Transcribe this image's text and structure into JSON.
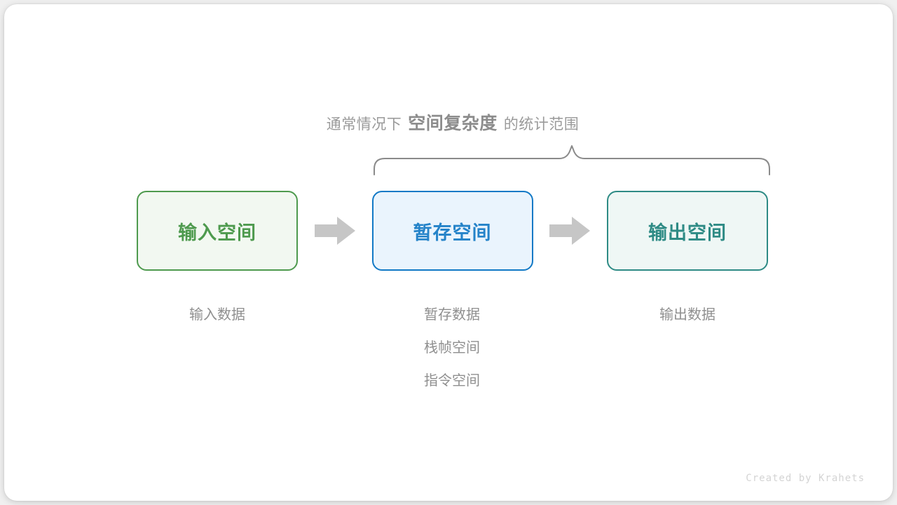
{
  "scope_caption": {
    "prefix": "通常情况下",
    "emphasis": "空间复杂度",
    "suffix": "的统计范围"
  },
  "flow": {
    "nodes": [
      {
        "key": "input",
        "label": "输入空间",
        "border_color": "#4e9a4e",
        "fill_color": "#f2f8f1",
        "text_color": "#4e9a4e"
      },
      {
        "key": "temp",
        "label": "暂存空间",
        "border_color": "#1279c6",
        "fill_color": "#eaf4fd",
        "text_color": "#2583c9"
      },
      {
        "key": "output",
        "label": "输出空间",
        "border_color": "#2e8b85",
        "fill_color": "#eff7f5",
        "text_color": "#2e8b85"
      }
    ],
    "arrow_color": "#c6c6c6",
    "arrow_icon": "right-arrow-icon"
  },
  "captions": {
    "input": [
      "输入数据"
    ],
    "temp": [
      "暂存数据",
      "栈帧空间",
      "指令空间"
    ],
    "output": [
      "输出数据"
    ]
  },
  "brace": {
    "color": "#8a8a8a",
    "covers": [
      "暂存空间",
      "输出空间"
    ]
  },
  "footer": {
    "credit": "Created by Krahets"
  },
  "colors": {
    "page_background": "#f0f0f0",
    "card_background": "#ffffff",
    "muted_text": "#8f8f8f"
  }
}
